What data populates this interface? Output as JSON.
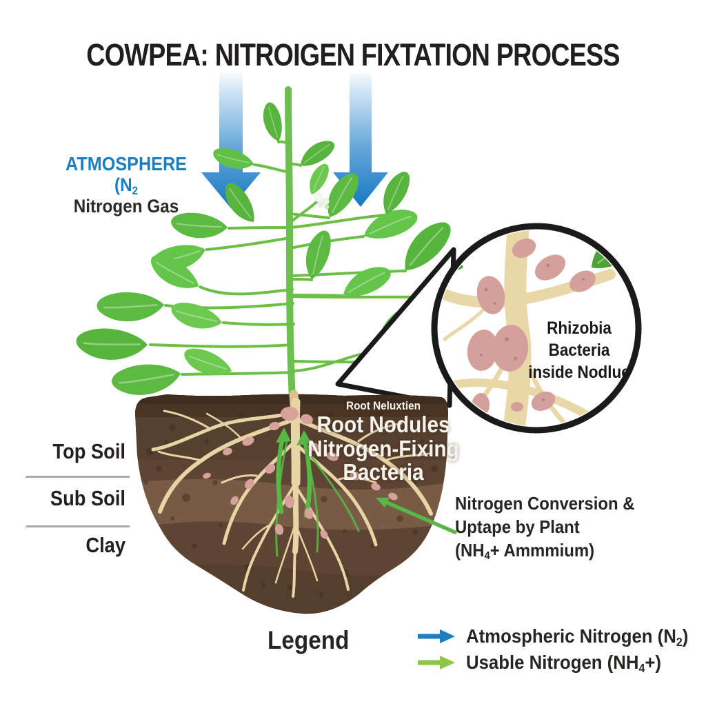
{
  "title": "COWPEA: NITROIGEN FIXTATION PROCESS",
  "atmosphere": {
    "line1": "ATMOSPHERE",
    "line2": "(N₂",
    "line3": "Nitrogen Gas"
  },
  "soil_layer_labels": [
    {
      "label": "Top Soil"
    },
    {
      "label": "Sub Soil"
    },
    {
      "label": "Clay"
    }
  ],
  "soil_text": {
    "small": "Root Neluxtien",
    "line1": "Root Nodules",
    "line2": "Nitrogen-Fixing",
    "line3": "Bacteria"
  },
  "inset": {
    "line1": "Rhizobia Bacteria",
    "line2": "inside Nodlue"
  },
  "conversion": {
    "line1": "Nitrogen Conversion &",
    "line2": "Uptape by Plant",
    "line3": "(NH₄+ Ammmium)"
  },
  "legend": {
    "heading": "Legend",
    "items": [
      {
        "icon": "blue-right-arrow",
        "color": "#1b7ec2",
        "label": "Atmospheric Nitrogen (N₂)"
      },
      {
        "icon": "green-right-arrow",
        "color": "#8dc63f",
        "label": "Usable Nitrogen (NH₄+)"
      }
    ]
  },
  "colors": {
    "accent_blue": "#1b7ec2",
    "arrow_green": "#58b847",
    "legend_green": "#8dc63f",
    "soil_brown": "#5d4433",
    "root_tan": "#e8d5a6",
    "nodule_pink": "#d7a19c",
    "leaf_green": "#5cb941",
    "text_dark": "#231f20"
  }
}
